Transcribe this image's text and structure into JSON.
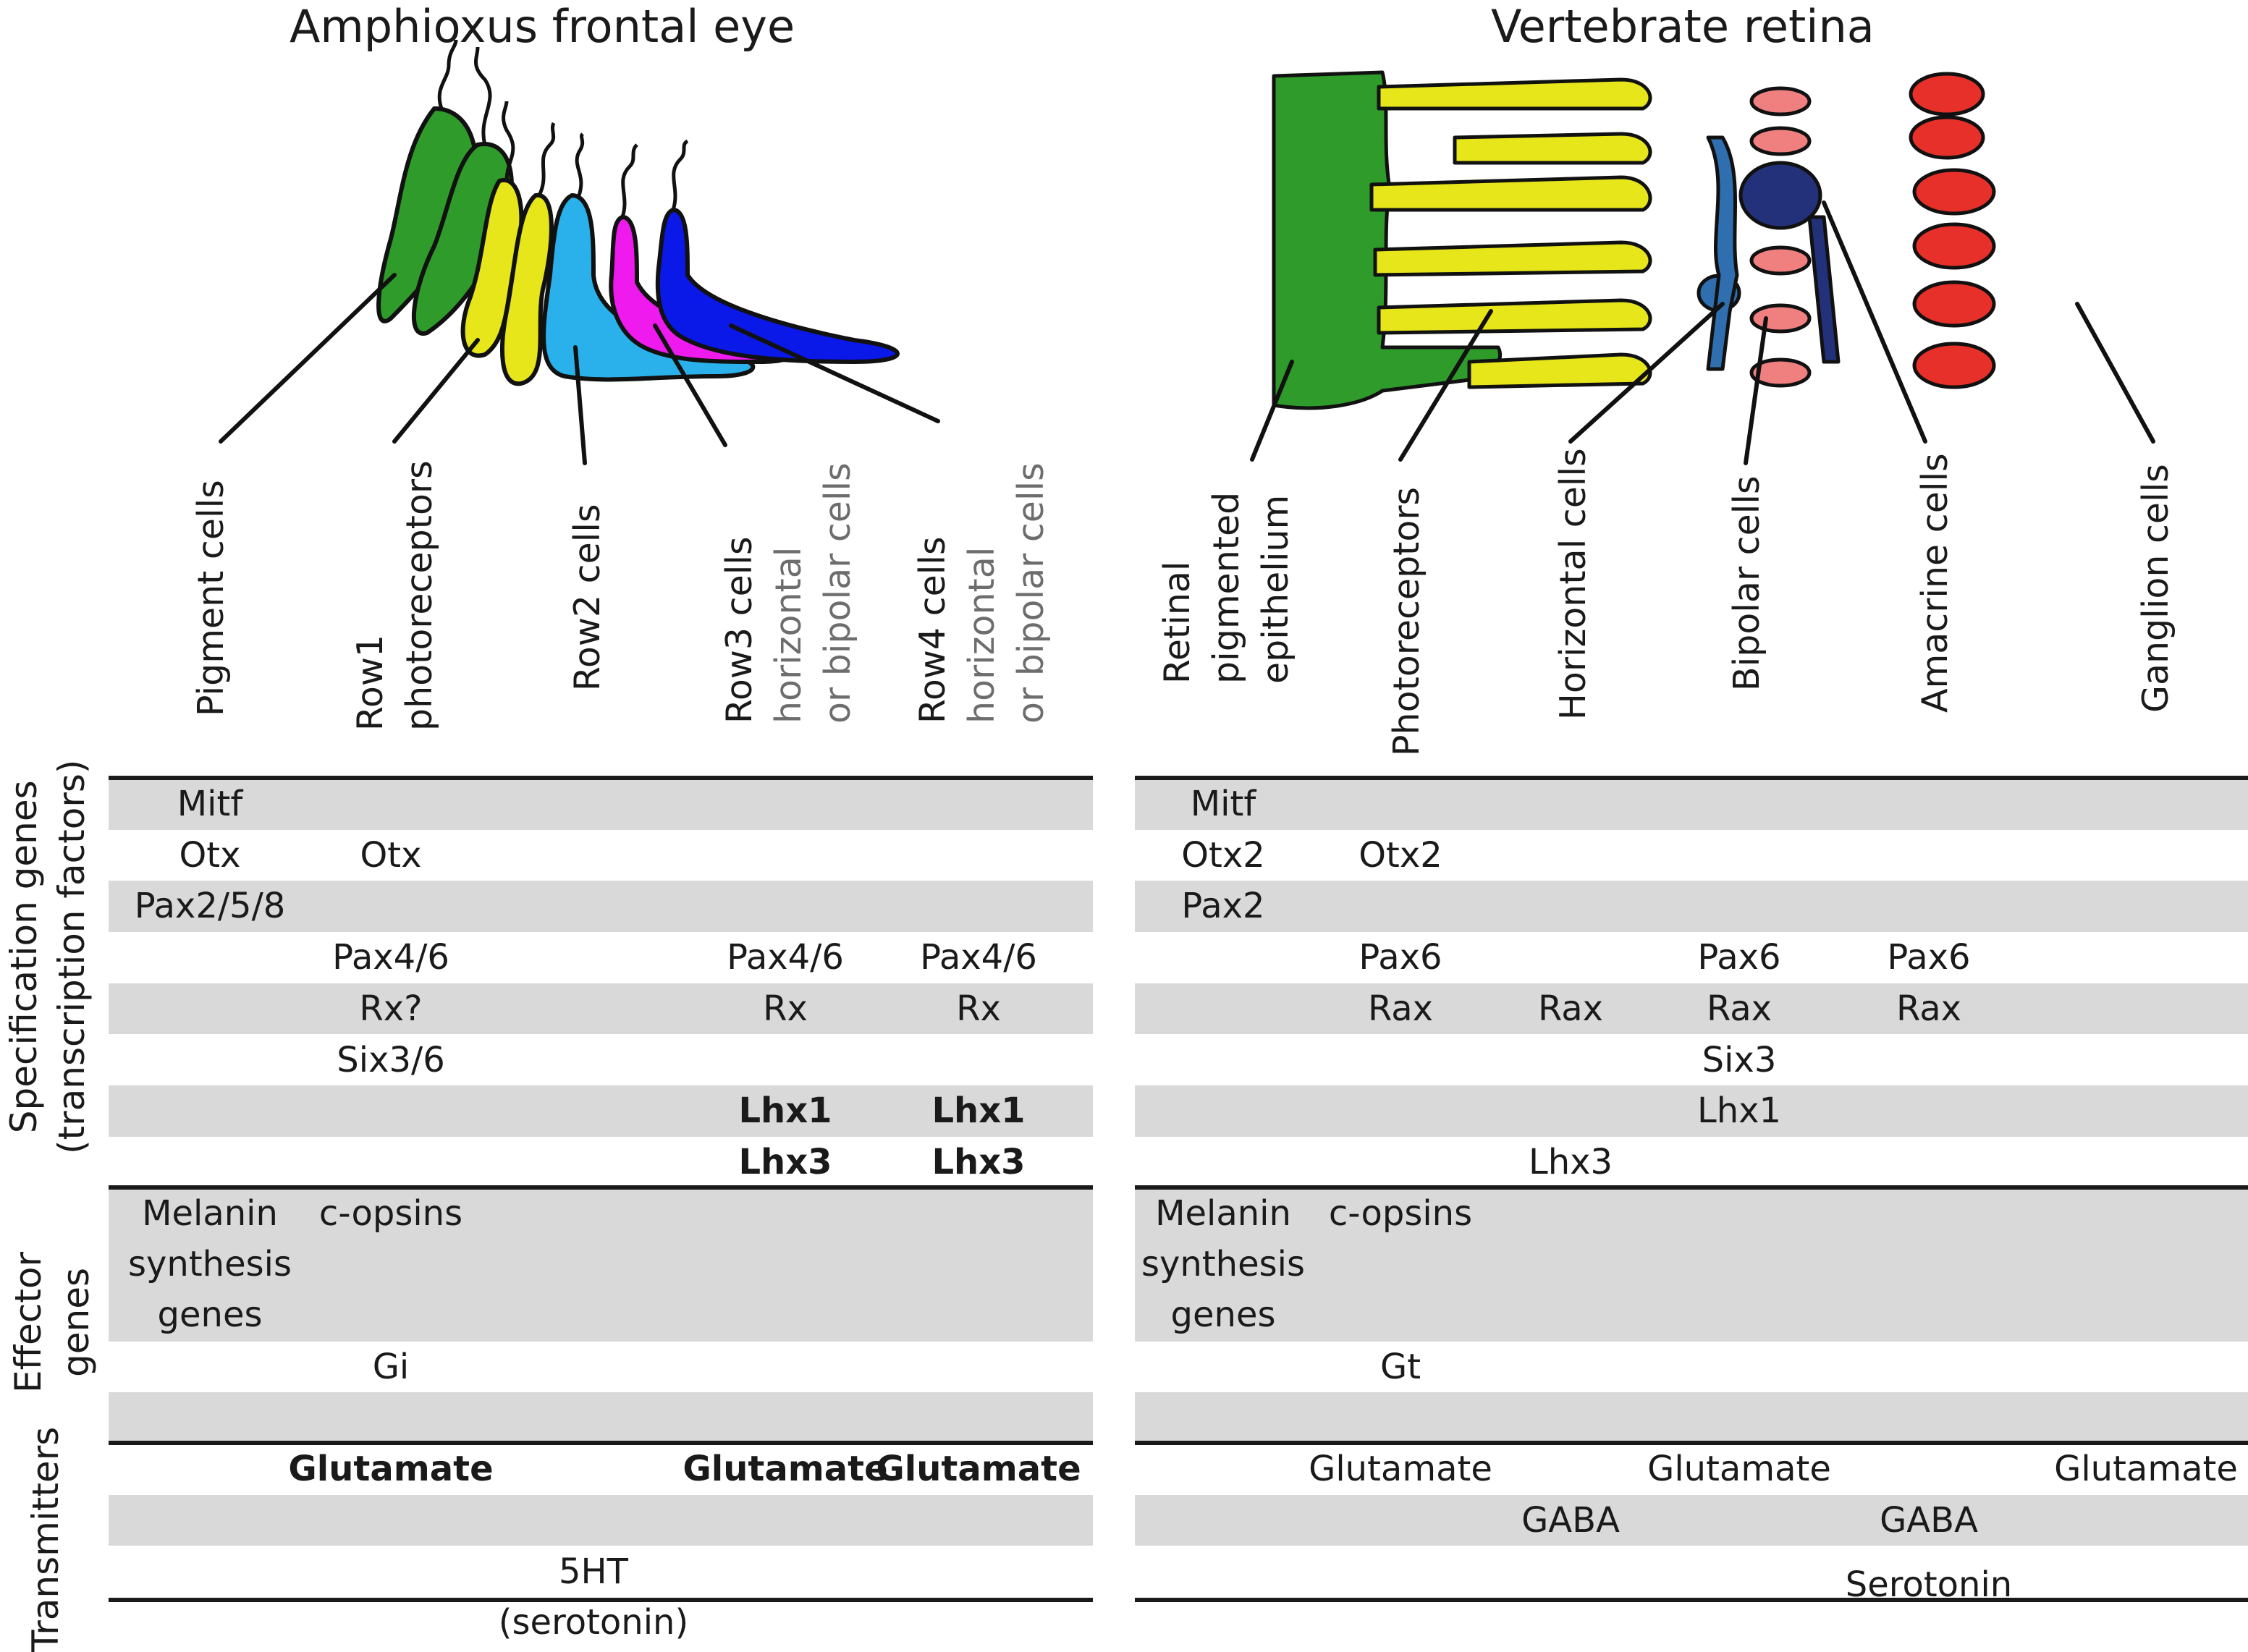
{
  "panels": {
    "left_title": "Amphioxus frontal eye",
    "right_title": "Vertebrate retina"
  },
  "colors": {
    "pigment": "#2e9b2a",
    "row1": "#e6e61a",
    "row2": "#2ab0ea",
    "row3": "#ee1aee",
    "row4": "#0a18e8",
    "photoreceptor": "#e6e61a",
    "horizontal": "#f08080",
    "bipolar": "#2f6fb0",
    "amacrine": "#23317a",
    "ganglion": "#e8302a",
    "nucleus": "#8a8a8a",
    "band": "#d9d9d9"
  },
  "left_labels": [
    {
      "lines": [
        "Pigment cells"
      ],
      "gray": []
    },
    {
      "lines": [
        "Row1",
        "photoreceptors"
      ],
      "gray": []
    },
    {
      "lines": [
        "Row2 cells"
      ],
      "gray": []
    },
    {
      "lines": [
        "Row3 cells"
      ],
      "gray": [
        "horizontal",
        "or bipolar cells"
      ]
    },
    {
      "lines": [
        "Row4 cells"
      ],
      "gray": [
        "horizontal",
        "or bipolar cells"
      ]
    }
  ],
  "right_labels": [
    {
      "lines": [
        "Retinal",
        "pigmented",
        "epithelium"
      ]
    },
    {
      "lines": [
        "Photoreceptors"
      ]
    },
    {
      "lines": [
        "Horizontal cells"
      ]
    },
    {
      "lines": [
        "Bipolar cells"
      ]
    },
    {
      "lines": [
        "Amacrine cells"
      ]
    },
    {
      "lines": [
        "Ganglion cells"
      ]
    }
  ],
  "sections": {
    "specification": [
      "Specification genes",
      "(transcription factors)"
    ],
    "effector": [
      "Effector",
      "genes"
    ],
    "transmitters": [
      "Transmitters"
    ]
  },
  "left_cells": [
    {
      "row": 0,
      "col": 0,
      "lines": [
        "Mitf"
      ]
    },
    {
      "row": 1,
      "col": 0,
      "lines": [
        "Otx"
      ]
    },
    {
      "row": 1,
      "col": 1,
      "lines": [
        "Otx"
      ]
    },
    {
      "row": 2,
      "col": 0,
      "lines": [
        "Pax2/5/8"
      ]
    },
    {
      "row": 3,
      "col": 1,
      "lines": [
        "Pax4/6"
      ]
    },
    {
      "row": 3,
      "col": 3,
      "lines": [
        "Pax4/6"
      ]
    },
    {
      "row": 3,
      "col": 4,
      "lines": [
        "Pax4/6"
      ]
    },
    {
      "row": 4,
      "col": 1,
      "lines": [
        "Rx?"
      ]
    },
    {
      "row": 4,
      "col": 3,
      "lines": [
        "Rx"
      ]
    },
    {
      "row": 4,
      "col": 4,
      "lines": [
        "Rx"
      ]
    },
    {
      "row": 5,
      "col": 1,
      "lines": [
        "Six3/6"
      ]
    },
    {
      "row": 6,
      "col": 3,
      "lines": [
        "Lhx1"
      ],
      "bold": true
    },
    {
      "row": 6,
      "col": 4,
      "lines": [
        "Lhx1"
      ],
      "bold": true
    },
    {
      "row": 7,
      "col": 3,
      "lines": [
        "Lhx3"
      ],
      "bold": true
    },
    {
      "row": 7,
      "col": 4,
      "lines": [
        "Lhx3"
      ],
      "bold": true
    },
    {
      "row": 8,
      "col": 0,
      "lines": [
        "Melanin",
        "synthesis",
        "genes"
      ]
    },
    {
      "row": 8,
      "col": 1,
      "lines": [
        "c-opsins"
      ]
    },
    {
      "row": 9,
      "col": 1,
      "lines": [
        "Gi"
      ]
    },
    {
      "row": 11,
      "col": 1,
      "lines": [
        "Glutamate"
      ],
      "bold": true
    },
    {
      "row": 11,
      "col": 3,
      "lines": [
        "Glutamate"
      ],
      "bold": true
    },
    {
      "row": 11,
      "col": 4,
      "lines": [
        "Glutamate"
      ],
      "bold": true
    },
    {
      "row": 13,
      "col": 2,
      "lines": [
        "5HT",
        "(serotonin)"
      ]
    }
  ],
  "right_cells": [
    {
      "row": 0,
      "col": 0,
      "lines": [
        "Mitf"
      ]
    },
    {
      "row": 1,
      "col": 0,
      "lines": [
        "Otx2"
      ]
    },
    {
      "row": 1,
      "col": 1,
      "lines": [
        "Otx2"
      ]
    },
    {
      "row": 2,
      "col": 0,
      "lines": [
        "Pax2"
      ]
    },
    {
      "row": 3,
      "col": 1,
      "lines": [
        "Pax6"
      ]
    },
    {
      "row": 3,
      "col": 3,
      "lines": [
        "Pax6"
      ]
    },
    {
      "row": 3,
      "col": 4,
      "lines": [
        "Pax6"
      ]
    },
    {
      "row": 4,
      "col": 1,
      "lines": [
        "Rax"
      ]
    },
    {
      "row": 4,
      "col": 2,
      "lines": [
        "Rax"
      ]
    },
    {
      "row": 4,
      "col": 3,
      "lines": [
        "Rax"
      ]
    },
    {
      "row": 4,
      "col": 4,
      "lines": [
        "Rax"
      ]
    },
    {
      "row": 5,
      "col": 3,
      "lines": [
        "Six3"
      ]
    },
    {
      "row": 6,
      "col": 3,
      "lines": [
        "Lhx1"
      ]
    },
    {
      "row": 7,
      "col": 2,
      "lines": [
        "Lhx3"
      ]
    },
    {
      "row": 8,
      "col": 0,
      "lines": [
        "Melanin",
        "synthesis",
        "genes"
      ]
    },
    {
      "row": 8,
      "col": 1,
      "lines": [
        "c-opsins"
      ]
    },
    {
      "row": 9,
      "col": 1,
      "lines": [
        "Gt"
      ]
    },
    {
      "row": 11,
      "col": 1,
      "lines": [
        "Glutamate"
      ]
    },
    {
      "row": 11,
      "col": 3,
      "lines": [
        "Glutamate"
      ]
    },
    {
      "row": 11,
      "col": 5,
      "lines": [
        "Glutamate"
      ]
    },
    {
      "row": 12,
      "col": 2,
      "lines": [
        "GABA"
      ]
    },
    {
      "row": 12,
      "col": 4,
      "lines": [
        "GABA"
      ]
    },
    {
      "row": 13,
      "col": 4,
      "lines": [
        "Serotonin"
      ]
    }
  ]
}
